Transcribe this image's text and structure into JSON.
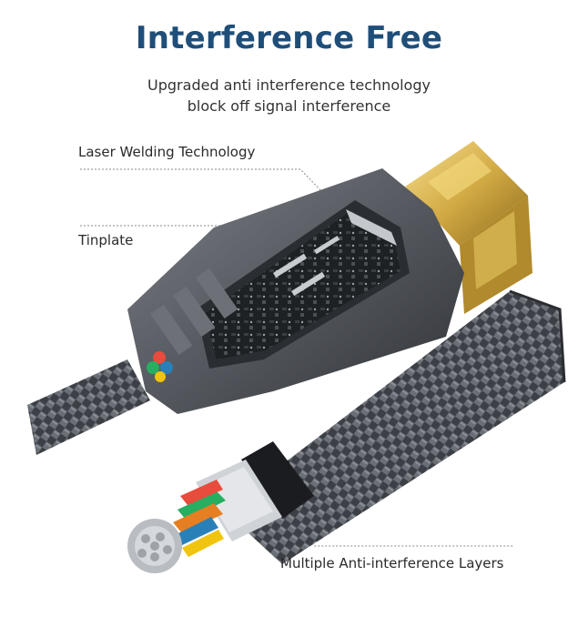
{
  "header": {
    "title": "Interference Free",
    "subtitle_line1": "Upgraded anti interference technology",
    "subtitle_line2": "block off signal interference"
  },
  "callouts": {
    "laser": "Laser Welding Technology",
    "tinplate": "Tinplate",
    "multilayer": "Multiple Anti-interference Layers"
  },
  "colors": {
    "title": "#1f4e79",
    "gold": "#c9a23a",
    "housing": "#5a5d62",
    "braid": "#3b3e44"
  }
}
